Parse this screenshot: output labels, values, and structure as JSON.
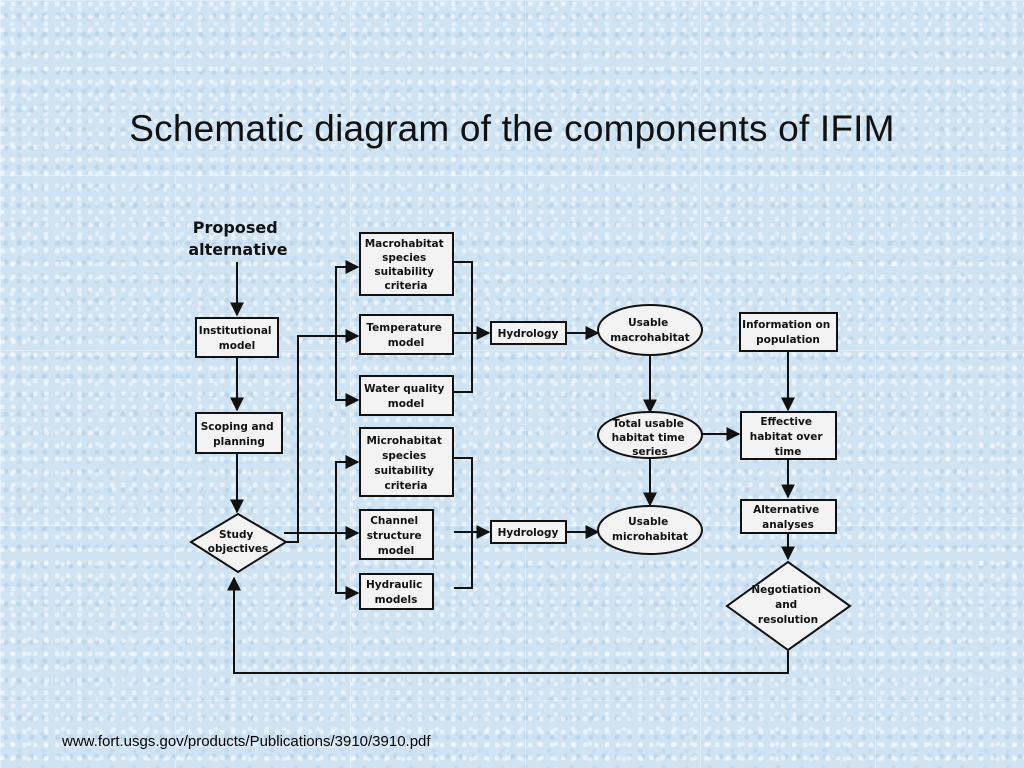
{
  "slide": {
    "title": "Schematic diagram of the components of IFIM",
    "source": "www.fort.usgs.gov/products/Publications/3910/3910.pdf"
  },
  "nodes": {
    "proposed": [
      "Proposed",
      "alternative"
    ],
    "institutional": [
      "Institutional",
      "model"
    ],
    "scoping": [
      "Scoping and",
      "planning"
    ],
    "study": [
      "Study",
      "objectives"
    ],
    "macro_criteria": [
      "Macrohabitat",
      "species",
      "suitability",
      "criteria"
    ],
    "temperature": [
      "Temperature",
      "model"
    ],
    "water_quality": [
      "Water quality",
      "model"
    ],
    "micro_criteria": [
      "Microhabitat",
      "species",
      "suitability",
      "criteria"
    ],
    "channel": [
      "Channel",
      "structure",
      "model"
    ],
    "hydraulic": [
      "Hydraulic",
      "models"
    ],
    "hydrology_top": [
      "Hydrology"
    ],
    "hydrology_bottom": [
      "Hydrology"
    ],
    "usable_macro": [
      "Usable",
      "macrohabitat"
    ],
    "total_usable": [
      "Total usable",
      "habitat time",
      "series"
    ],
    "usable_micro": [
      "Usable",
      "microhabitat"
    ],
    "info_population": [
      "Information on",
      "population"
    ],
    "effective": [
      "Effective",
      "habitat over",
      "time"
    ],
    "alternative_analyses": [
      "Alternative",
      "analyses"
    ],
    "negotiation": [
      "Negotiation",
      "and",
      "resolution"
    ]
  }
}
